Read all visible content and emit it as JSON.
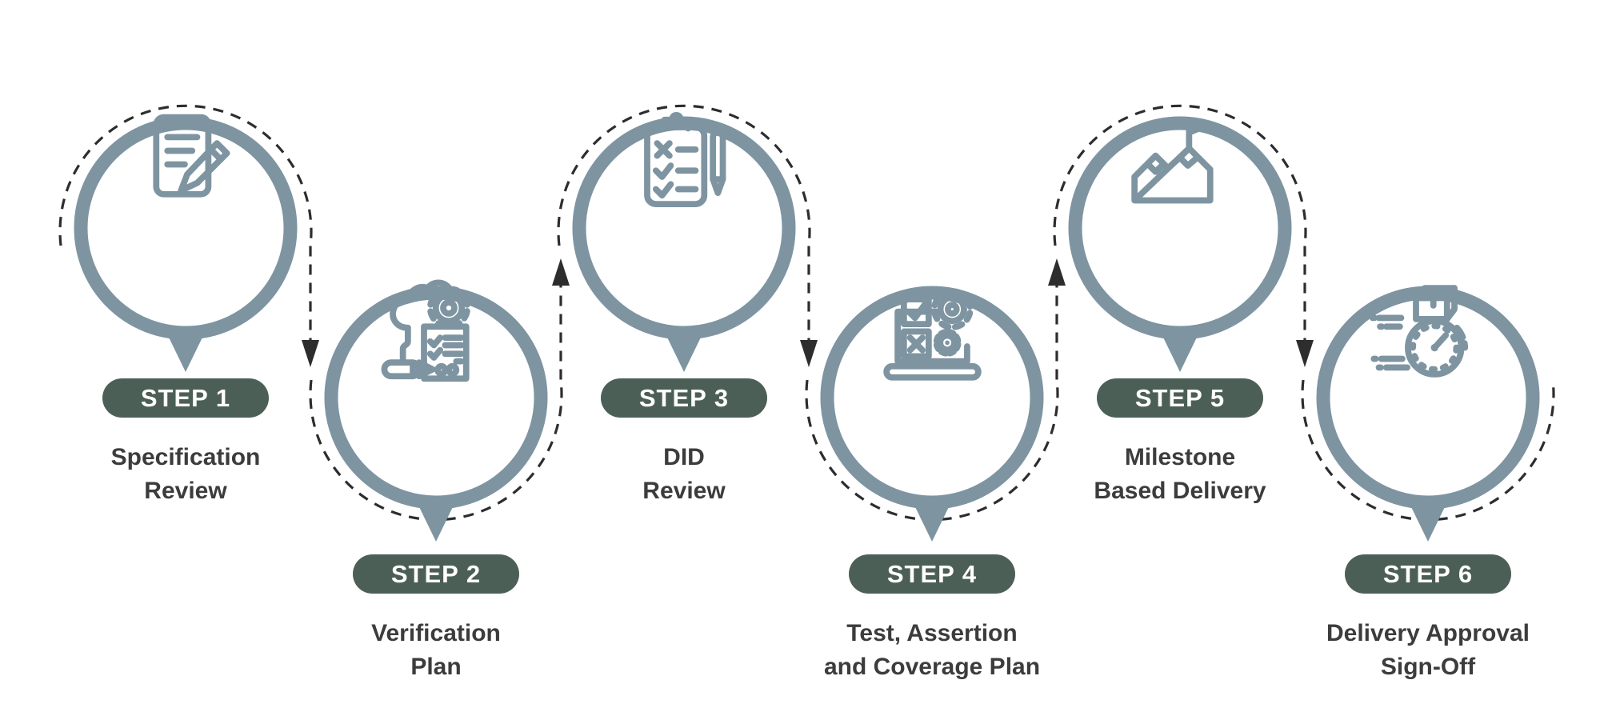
{
  "diagram": {
    "type": "process-flow",
    "step_count": 6,
    "flow_style": "dashed-serpentine-arrows"
  },
  "colors": {
    "circle_stroke": "#7e94a1",
    "icon_stroke": "#7e94a1",
    "badge_fill": "#4c5f57",
    "badge_text": "#ffffff",
    "label_text": "#3c3c3c",
    "dashed_line": "#2d2d2d",
    "background": "#ffffff"
  },
  "steps": [
    {
      "badge": "STEP 1",
      "label": "Specification\nReview",
      "icon": "document-pencil-icon",
      "position": "up"
    },
    {
      "badge": "STEP 2",
      "label": "Verification\nPlan",
      "icon": "cloud-gear-checklist-icon",
      "position": "down"
    },
    {
      "badge": "STEP 3",
      "label": "DID\nReview",
      "icon": "clipboard-checklist-pen-icon",
      "position": "up"
    },
    {
      "badge": "STEP 4",
      "label": "Test, Assertion\nand Coverage Plan",
      "icon": "laptop-checkbox-gears-icon",
      "position": "down"
    },
    {
      "badge": "STEP 5",
      "label": "Milestone\nBased Delivery",
      "icon": "mountain-flag-icon",
      "position": "up"
    },
    {
      "badge": "STEP 6",
      "label": "Delivery Approval\nSign-Off",
      "icon": "shipping-stopwatch-icon",
      "position": "down"
    }
  ]
}
